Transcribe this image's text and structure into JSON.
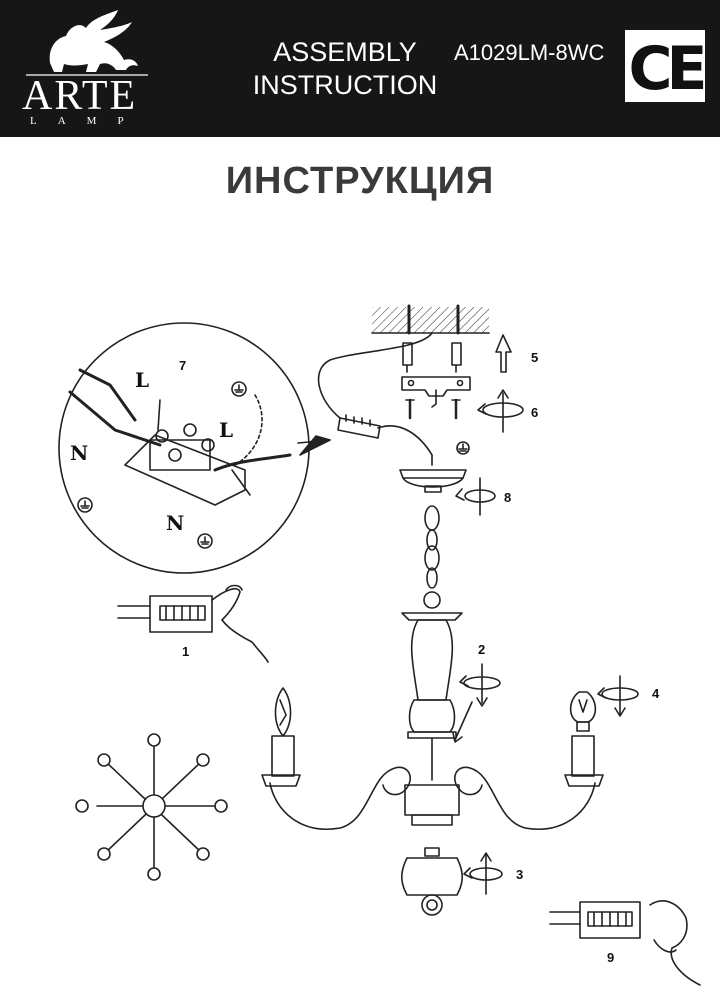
{
  "header": {
    "brand": "ARTE",
    "brand_sub": "LAMP",
    "title_line1": "ASSEMBLY",
    "title_line2": "INSTRUCTION",
    "model": "A1029LM-8WC",
    "certification": "CE"
  },
  "heading": "ИНСТРУКЦИЯ",
  "steps": [
    "1",
    "2",
    "3",
    "4",
    "5",
    "6",
    "7",
    "8",
    "9"
  ],
  "wiring_labels": {
    "live_top": "L",
    "neutral_left": "N",
    "live_right": "L",
    "neutral_bottom": "N"
  },
  "icons": [
    "lion-logo-icon",
    "ground-symbol-icon",
    "rotate-arrow-icon",
    "up-arrow-icon",
    "hand-icon"
  ]
}
